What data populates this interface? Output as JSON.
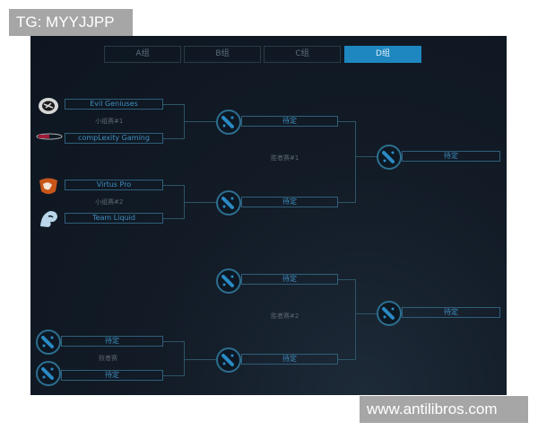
{
  "watermarks": {
    "top": "TG: MYYJJPP",
    "bottom": "www.antilibros.com"
  },
  "tabs": [
    {
      "label": "A组",
      "active": false
    },
    {
      "label": "B组",
      "active": false
    },
    {
      "label": "C组",
      "active": false
    },
    {
      "label": "D组",
      "active": true
    }
  ],
  "bracket": {
    "round1": {
      "match1": {
        "label": "小组赛#1",
        "team1": "Evil Geniuses",
        "team2": "compLexity Gaming"
      },
      "match2": {
        "label": "小组赛#2",
        "team1": "Virtus Pro",
        "team2": "Team Liquid"
      },
      "loser_match": {
        "label": "败者赛",
        "team1": "待定",
        "team2": "待定"
      }
    },
    "round2": {
      "match1": {
        "label": "胜者赛#1",
        "team1": "待定",
        "team2": "待定"
      },
      "match2": {
        "label": "胜者赛#2",
        "team1": "待定",
        "team2": "待定"
      }
    },
    "final": {
      "slot1": "待定",
      "slot2": "待定"
    }
  },
  "colors": {
    "accent": "#1e87c0",
    "slot_border": "#2f5f7a",
    "slot_text": "#3f8ec0",
    "panel_bg": "#121b26"
  }
}
